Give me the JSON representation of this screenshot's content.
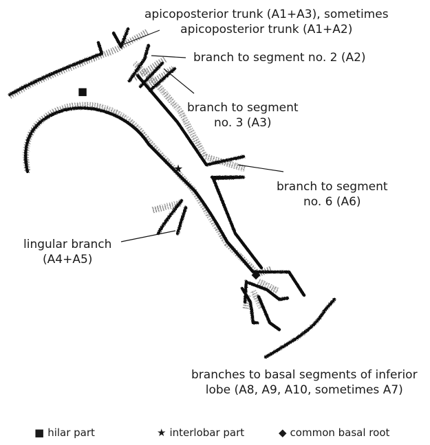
{
  "labels": {
    "apicoposterior_line1": "apicoposterior trunk (A1+A3), sometimes",
    "apicoposterior_line2": "apicoposterior trunk (A1+A2)",
    "a2": "branch to segment no. 2 (A2)",
    "a3_line1": "branch to segment",
    "a3_line2": "no. 3 (A3)",
    "a6_line1": "branch to segment",
    "a6_line2": "no. 6 (A6)",
    "lingular_line1": "lingular branch",
    "lingular_line2": "(A4+A5)",
    "basal_line1": "branches to basal segments of inferior",
    "basal_line2": "lobe (A8, A9, A10, sometimes A7)"
  },
  "markers": {
    "hilar_symbol": "■",
    "interlobar_symbol": "★",
    "basal_symbol": "◆"
  },
  "legend": {
    "hilar": "hilar part",
    "interlobar": "interlobar part",
    "basal": "common basal root"
  }
}
